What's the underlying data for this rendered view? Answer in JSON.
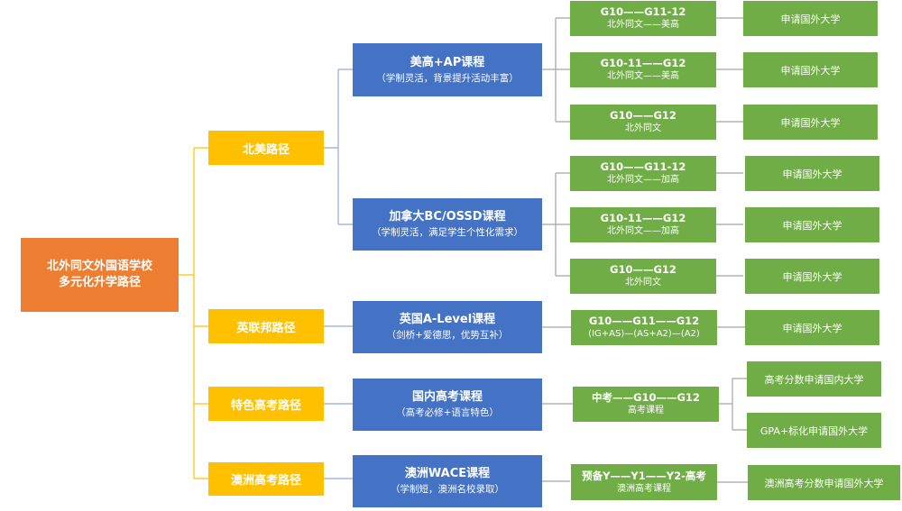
{
  "root": {
    "line1": "北外同文外国语学校",
    "line2": "多元化升学路径"
  },
  "paths": [
    "北美路径",
    "英联邦路径",
    "特色高考路径",
    "澳洲高考路径"
  ],
  "courses": [
    {
      "title": "美高+AP课程",
      "sub": "（学制灵活，背景提升活动丰富）"
    },
    {
      "title": "加拿大BC/OSSD课程",
      "sub": "（学制灵活，满足学生个性化需求）"
    },
    {
      "title": "英国A-Level课程",
      "sub": "（剑桥+爱德思，优势互补）"
    },
    {
      "title": "国内高考课程",
      "sub": "（高考必修+语言特色）"
    },
    {
      "title": "澳洲WACE课程",
      "sub": "（学制短，澳洲名校录取）"
    }
  ],
  "stages": [
    {
      "title": "G10——G11-12",
      "sub": "北外同文——美高"
    },
    {
      "title": "G10-11——G12",
      "sub": "北外同文——美高"
    },
    {
      "title": "G10——G12",
      "sub": "北外同文"
    },
    {
      "title": "G10——G11-12",
      "sub": "北外同文——加高"
    },
    {
      "title": "G10-11——G12",
      "sub": "北外同文——加高"
    },
    {
      "title": "G10——G12",
      "sub": "北外同文"
    },
    {
      "title": "G10——G11——G12",
      "sub": "(IG+AS)—(AS+A2)—(A2)"
    },
    {
      "title": "中考——G10——G12",
      "sub": "高考课程"
    },
    {
      "title": "预备Y——Y1——Y2-高考",
      "sub": "澳洲高考课程"
    }
  ],
  "destinations": [
    "申请国外大学",
    "申请国外大学",
    "申请国外大学",
    "申请国外大学",
    "申请国外大学",
    "申请国外大学",
    "申请国外大学",
    "高考分数申请国内大学",
    "GPA+标化申请国外大学",
    "澳洲高考分数申请国外大学"
  ],
  "colors": {
    "root": "#ED7D31",
    "path": "#FFC000",
    "course": "#4472C4",
    "stage": "#70AD47",
    "line_gray": "#A5A5A5",
    "line_blue": "#8FAADC"
  }
}
